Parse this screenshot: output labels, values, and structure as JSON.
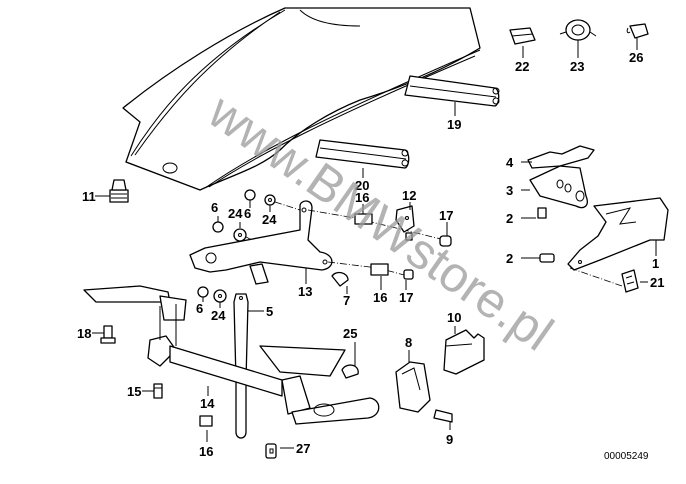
{
  "diagram": {
    "title": "Engine hood / hinge and lock parts diagram",
    "diagram_number": "00005249",
    "watermark": "www.BMWstore.pl",
    "colors": {
      "line": "#000000",
      "background": "#ffffff",
      "watermark": "#9a9a9a"
    },
    "callouts": [
      {
        "id": "c1",
        "label": "1"
      },
      {
        "id": "c2a",
        "label": "2"
      },
      {
        "id": "c2b",
        "label": "2"
      },
      {
        "id": "c3",
        "label": "3"
      },
      {
        "id": "c4",
        "label": "4"
      },
      {
        "id": "c5",
        "label": "5"
      },
      {
        "id": "c6a",
        "label": "6"
      },
      {
        "id": "c6b",
        "label": "6"
      },
      {
        "id": "c6c",
        "label": "6"
      },
      {
        "id": "c7",
        "label": "7"
      },
      {
        "id": "c8",
        "label": "8"
      },
      {
        "id": "c9",
        "label": "9"
      },
      {
        "id": "c10",
        "label": "10"
      },
      {
        "id": "c11",
        "label": "11"
      },
      {
        "id": "c12",
        "label": "12"
      },
      {
        "id": "c13",
        "label": "13"
      },
      {
        "id": "c14",
        "label": "14"
      },
      {
        "id": "c15",
        "label": "15"
      },
      {
        "id": "c16a",
        "label": "16"
      },
      {
        "id": "c16b",
        "label": "16"
      },
      {
        "id": "c16c",
        "label": "16"
      },
      {
        "id": "c17a",
        "label": "17"
      },
      {
        "id": "c17b",
        "label": "17"
      },
      {
        "id": "c18",
        "label": "18"
      },
      {
        "id": "c19",
        "label": "19"
      },
      {
        "id": "c20",
        "label": "20"
      },
      {
        "id": "c21",
        "label": "21"
      },
      {
        "id": "c22",
        "label": "22"
      },
      {
        "id": "c23",
        "label": "23"
      },
      {
        "id": "c24a",
        "label": "24"
      },
      {
        "id": "c24b",
        "label": "24"
      },
      {
        "id": "c24c",
        "label": "24"
      },
      {
        "id": "c25",
        "label": "25"
      },
      {
        "id": "c26",
        "label": "26"
      },
      {
        "id": "c27",
        "label": "27"
      }
    ]
  }
}
